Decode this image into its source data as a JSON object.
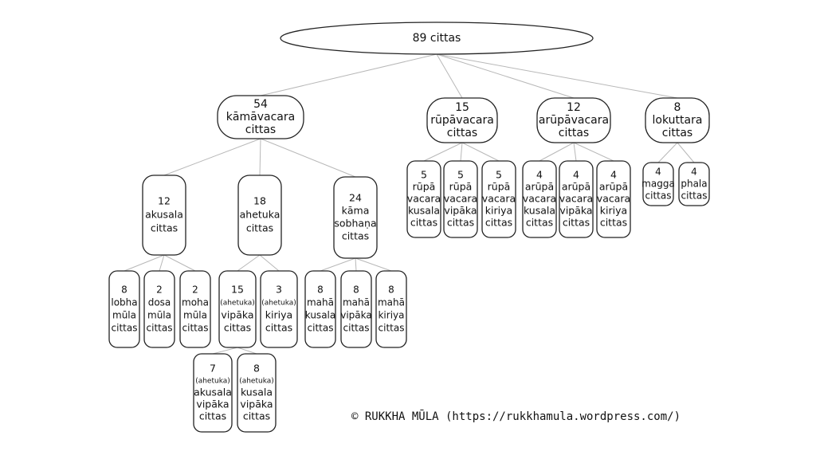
{
  "diagram": {
    "copyright": "© RUKKHA MŪLA (https://rukkhamula.wordpress.com/)",
    "nodes": {
      "root": [
        "89 cittas"
      ],
      "kama": [
        "54",
        "kāmāvacara",
        "cittas"
      ],
      "rupa": [
        "15",
        "rūpāvacara",
        "cittas"
      ],
      "arupa": [
        "12",
        "arūpāvacara",
        "cittas"
      ],
      "lokuttara": [
        "8",
        "lokuttara",
        "cittas"
      ],
      "akusala": [
        "12",
        "akusala",
        "cittas"
      ],
      "ahetuka": [
        "18",
        "ahetuka",
        "cittas"
      ],
      "kamasobhana": [
        "24",
        "kāma",
        "sobhaṇa",
        "cittas"
      ],
      "lobha": [
        "8",
        "lobha",
        "mūla",
        "cittas"
      ],
      "dosa": [
        "2",
        "dosa",
        "mūla",
        "cittas"
      ],
      "moha": [
        "2",
        "moha",
        "mūla",
        "cittas"
      ],
      "ahetuka_vipaka": [
        "15",
        "(ahetuka)",
        "vipāka",
        "cittas"
      ],
      "ahetuka_kiriya": [
        "3",
        "(ahetuka)",
        "kiriya",
        "cittas"
      ],
      "maha_kusala": [
        "8",
        "mahā",
        "kusala",
        "cittas"
      ],
      "maha_vipaka": [
        "8",
        "mahā",
        "vipāka",
        "cittas"
      ],
      "maha_kiriya": [
        "8",
        "mahā",
        "kiriya",
        "cittas"
      ],
      "akusala_vipaka": [
        "7",
        "(ahetuka)",
        "akusala",
        "vipāka",
        "cittas"
      ],
      "kusala_vipaka": [
        "8",
        "(ahetuka)",
        "kusala",
        "vipāka",
        "cittas"
      ],
      "rupa_kusala": [
        "5",
        "rūpā",
        "vacara",
        "kusala",
        "cittas"
      ],
      "rupa_vipaka": [
        "5",
        "rūpā",
        "vacara",
        "vipāka",
        "cittas"
      ],
      "rupa_kiriya": [
        "5",
        "rūpā",
        "vacara",
        "kiriya",
        "cittas"
      ],
      "arupa_kusala": [
        "4",
        "arūpā",
        "vacara",
        "kusala",
        "cittas"
      ],
      "arupa_vipaka": [
        "4",
        "arūpā",
        "vacara",
        "vipāka",
        "cittas"
      ],
      "arupa_kiriya": [
        "4",
        "arūpā",
        "vacara",
        "kiriya",
        "cittas"
      ],
      "magga": [
        "4",
        "magga",
        "cittas"
      ],
      "phala": [
        "4",
        "phala",
        "cittas"
      ]
    }
  }
}
